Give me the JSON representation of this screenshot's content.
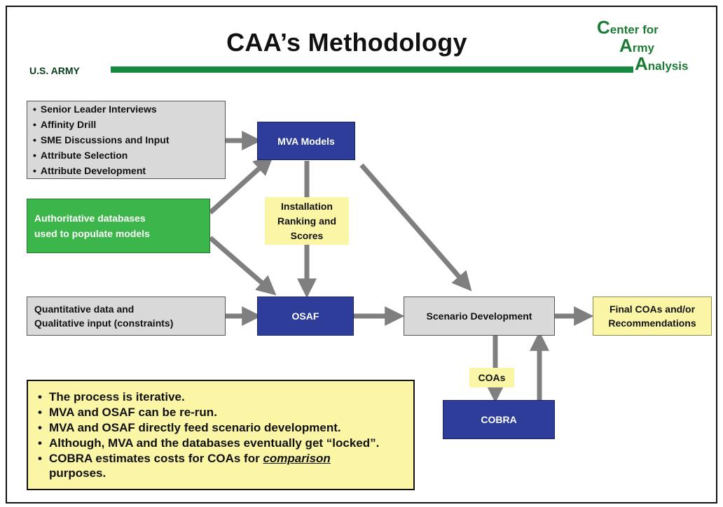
{
  "header": {
    "title": "CAA’s Methodology",
    "org": "U.S. ARMY",
    "logo": {
      "line1_initial": "C",
      "line1_rest": "enter for",
      "line2_initial": "A",
      "line2_rest": "rmy",
      "line3_initial": "A",
      "line3_rest": "nalysis"
    }
  },
  "inputs_box": {
    "items": [
      "Senior Leader Interviews",
      "Affinity Drill",
      "SME Discussions and Input",
      "Attribute Selection",
      "Attribute Development"
    ]
  },
  "databases_box": {
    "line1": "Authoritative databases",
    "line2": "used to populate models"
  },
  "quant_box": {
    "line1": "Quantitative data and",
    "line2": "Qualitative input (constraints)"
  },
  "mva_box": {
    "label": "MVA Models"
  },
  "osaf_box": {
    "label": "OSAF"
  },
  "scenario_box": {
    "label": "Scenario Development"
  },
  "final_box": {
    "line1": "Final COAs and/or",
    "line2": "Recommendations"
  },
  "cobra_box": {
    "label": "COBRA"
  },
  "ranking_label": {
    "line1": "Installation",
    "line2": "Ranking and",
    "line3": "Scores"
  },
  "coas_label": {
    "label": "COAs"
  },
  "notes": {
    "items": [
      "The process is iterative.",
      "MVA and OSAF can be re-run.",
      "MVA and OSAF directly feed scenario development.",
      "Although, MVA and the databases eventually get “locked”.",
      "purposes."
    ],
    "cobra_prefix": "COBRA estimates costs for COAs for ",
    "cobra_emph": "comparison"
  },
  "colors": {
    "brand_green": "#168a3e",
    "box_blue": "#2e3d9a",
    "box_green": "#3cb54a",
    "box_yellow": "#fbf5a6",
    "box_gray": "#d9d9d9",
    "arrow_gray": "#7f7f7f"
  }
}
